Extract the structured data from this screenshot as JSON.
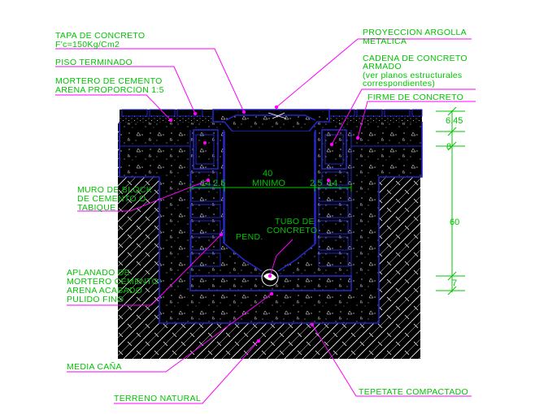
{
  "labels": {
    "tapa_line1": "TAPA DE CONCRETO",
    "tapa_line2": "F'c=150Kg/Cm2",
    "piso": "PISO TERMINADO",
    "mortero_line1": "MORTERO DE CEMENTO",
    "mortero_line2": "ARENA PROPORCION 1:5",
    "muro_line1": "MURO DE BLOCK",
    "muro_line2": "DE CEMENTO O",
    "muro_line3": "TABIQUE",
    "aplanado_line1": "APLANADO DE",
    "aplanado_line2": "MORTERO CEMENTO",
    "aplanado_line3": "ARENA ACABADO",
    "aplanado_line4": "PULIDO FINO",
    "media_cana": "MEDIA CAÑA",
    "terreno": "TERRENO NATURAL",
    "proyeccion_line1": "PROYECCION ARGOLLA",
    "proyeccion_line2": "METALICA",
    "cadena_line1": "CADENA DE CONCRETO",
    "cadena_line2": "ARMADO",
    "cadena_line3": "(ver planos estructurales",
    "cadena_line4": "correspondientes)",
    "firme": "FIRME DE CONCRETO",
    "tepetate": "TEPETATE COMPACTADO",
    "tubo_line1": "TUBO DE",
    "tubo_line2": "CONCRETO",
    "pend": "PEND."
  },
  "dimensions": {
    "d_645": "6.45",
    "d_8": "8",
    "d_60": "60",
    "d_7": "7",
    "d_40": "40",
    "minimo": "MINIMO",
    "d_14_left": "14",
    "d_25_left": "2.5",
    "d_25_right": "2.5",
    "d_14_right": "14"
  },
  "colors": {
    "label": "#00c400",
    "leader": "#ff00ff",
    "outline": "#2626c9",
    "background": "#ffffff",
    "fill": "#000000"
  }
}
